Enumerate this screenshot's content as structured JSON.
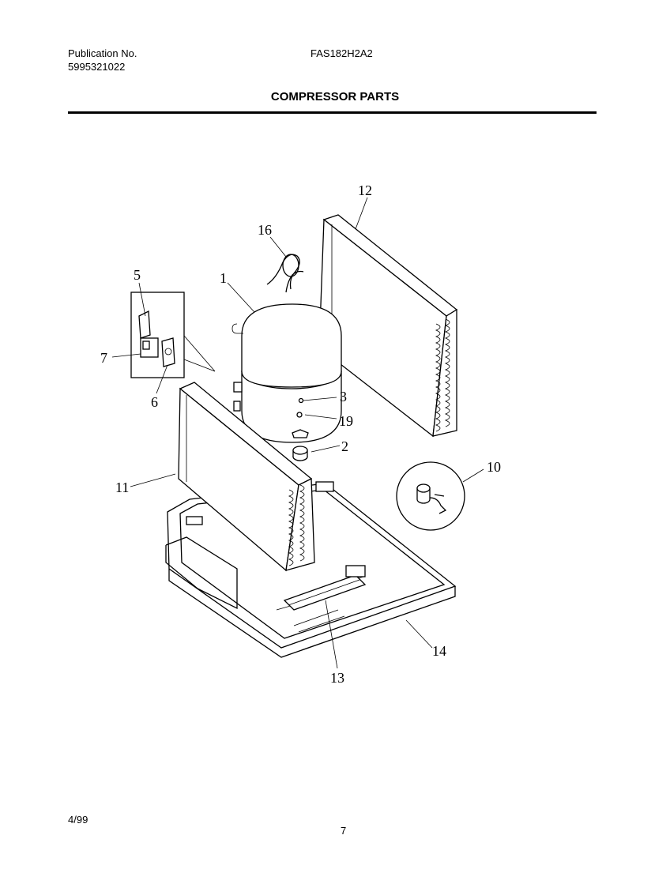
{
  "header": {
    "publication_label": "Publication No.",
    "publication_number": "5995321022",
    "model": "FAS182H2A2",
    "title": "COMPRESSOR PARTS"
  },
  "footer": {
    "date": "4/99",
    "page": "7"
  },
  "callouts": {
    "c1": "1",
    "c2": "2",
    "c3": "3",
    "c5": "5",
    "c6": "6",
    "c7": "7",
    "c10": "10",
    "c11": "11",
    "c12": "12",
    "c13": "13",
    "c14": "14",
    "c16": "16",
    "c19": "19"
  }
}
